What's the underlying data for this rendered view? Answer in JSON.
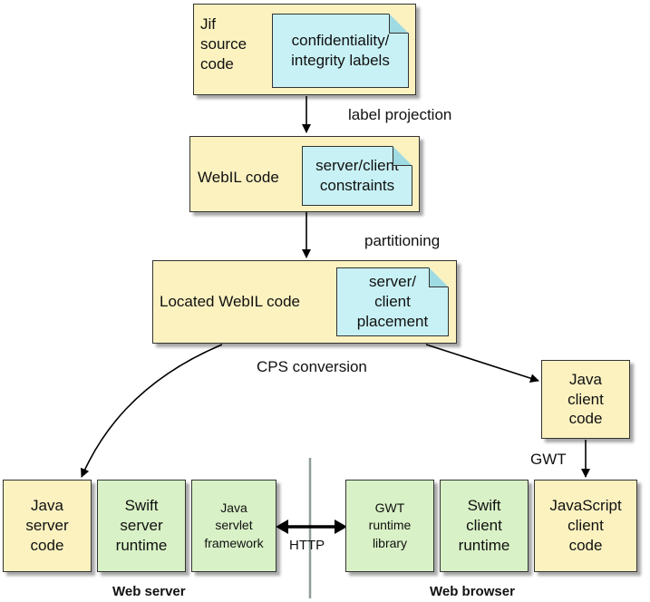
{
  "jif": {
    "label": "Jif\nsource\ncode",
    "note": "confidentiality/\nintegrity labels"
  },
  "webil": {
    "label": "WebIL code",
    "note": "server/client\nconstraints"
  },
  "located": {
    "label": "Located WebIL code",
    "note": "server/\nclient\nplacement"
  },
  "edges": {
    "label_projection": "label projection",
    "partitioning": "partitioning",
    "cps": "CPS conversion",
    "gwt": "GWT",
    "http": "HTTP"
  },
  "java_client": "Java\nclient\ncode",
  "server_row": {
    "java_server": "Java\nserver\ncode",
    "swift_server": "Swift\nserver\nruntime",
    "servlet": "Java\nservlet\nframework"
  },
  "browser_row": {
    "gwt_runtime": "GWT\nruntime\nlibrary",
    "swift_client": "Swift\nclient\nruntime",
    "js_client": "JavaScript\nclient\ncode"
  },
  "groups": {
    "web_server": "Web server",
    "web_browser": "Web browser"
  },
  "colors": {
    "yellow": "#fbf2c0",
    "green": "#d8f1c6",
    "cyan": "#c8f1f5"
  }
}
